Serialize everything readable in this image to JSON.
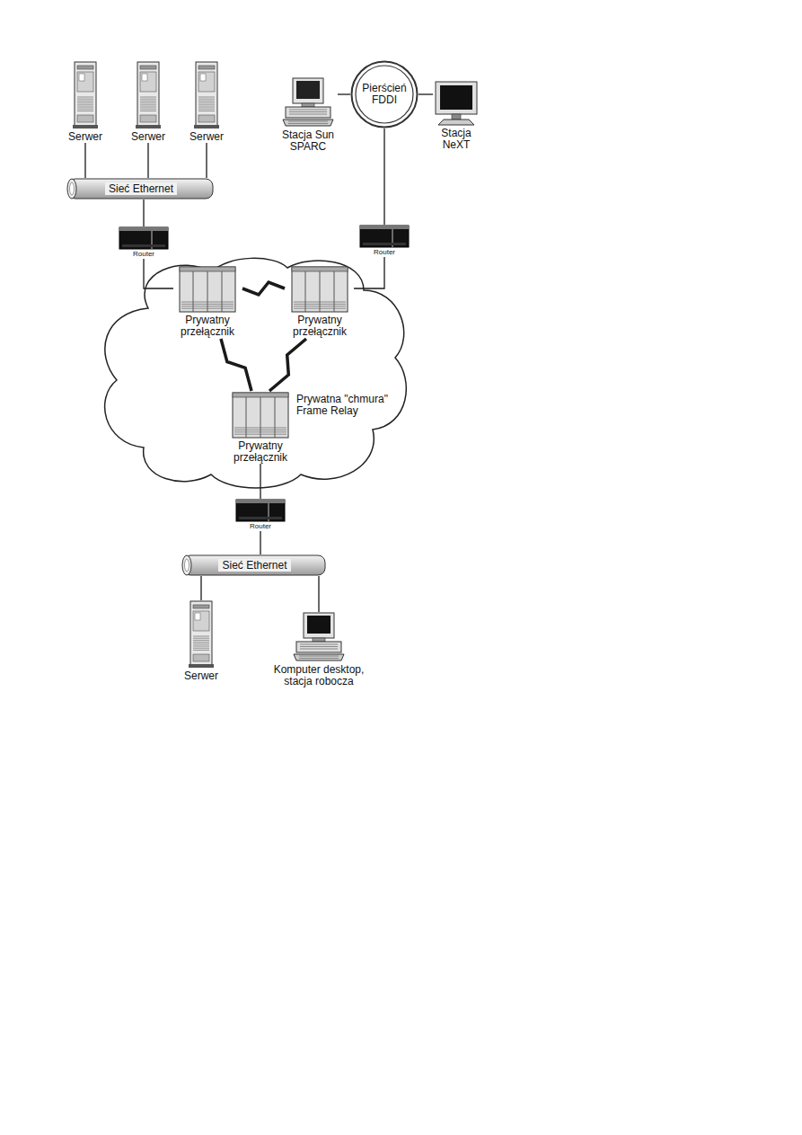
{
  "diagram": {
    "nodes": [
      {
        "text": [
          "Serwer"
        ]
      },
      {
        "text": [
          "Serwer"
        ]
      },
      {
        "text": [
          "Serwer"
        ]
      },
      {
        "text": [
          "Stacja Sun SPARC"
        ]
      },
      {
        "text": [
          "Pierścień FDDI"
        ]
      },
      {
        "text": [
          "Stacja NeXT"
        ]
      },
      {
        "text": [
          "Sieć Ethernet"
        ]
      },
      {
        "text": [
          "Router"
        ]
      },
      {
        "text": [
          "Router"
        ]
      },
      {
        "text": [
          "Prywatna \"chmura\" Frame Relay"
        ]
      },
      {
        "text": [
          "Prywatny przełącznik"
        ],
        "in": 9
      },
      {
        "text": [
          "Prywatny przełącznik"
        ],
        "in": 9
      },
      {
        "text": [
          "Prywatny przełącznik"
        ],
        "in": 9
      },
      {
        "text": [
          "Router"
        ]
      },
      {
        "text": [
          "Sieć Ethernet"
        ]
      },
      {
        "text": [
          "Serwer"
        ]
      },
      {
        "text": [
          "Komputer desktop, stacja robocza"
        ]
      }
    ],
    "edges": [
      {
        "from": 0,
        "to": 6,
        "arrow": "none"
      },
      {
        "from": 1,
        "to": 6,
        "arrow": "none"
      },
      {
        "from": 2,
        "to": 6,
        "arrow": "none"
      },
      {
        "from": 3,
        "to": 4,
        "arrow": "none"
      },
      {
        "from": 4,
        "to": 5,
        "arrow": "none"
      },
      {
        "from": 6,
        "to": 7,
        "arrow": "none"
      },
      {
        "from": 4,
        "to": 8,
        "arrow": "none"
      },
      {
        "from": 7,
        "to": 10,
        "arrow": "none"
      },
      {
        "from": 8,
        "to": 11,
        "arrow": "none"
      },
      {
        "from": 10,
        "to": 11,
        "arrow": "none"
      },
      {
        "from": 10,
        "to": 12,
        "arrow": "none"
      },
      {
        "from": 11,
        "to": 12,
        "arrow": "none"
      },
      {
        "from": 12,
        "to": 13,
        "arrow": "none"
      },
      {
        "from": 13,
        "to": 14,
        "arrow": "none"
      },
      {
        "from": 14,
        "to": 15,
        "arrow": "none"
      },
      {
        "from": 14,
        "to": 16,
        "arrow": "none"
      }
    ]
  }
}
